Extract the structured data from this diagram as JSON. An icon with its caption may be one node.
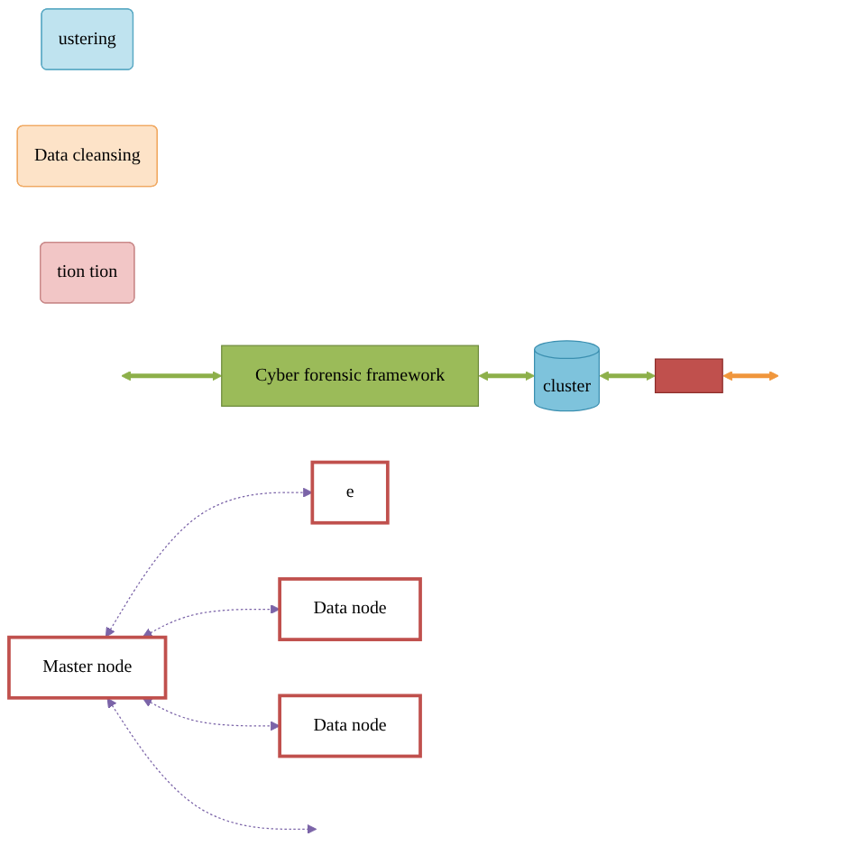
{
  "diagram": {
    "nodes": [
      {
        "text": [
          "Cyber forensic framework"
        ]
      },
      {
        "text": [
          "cluster"
        ]
      },
      {
        "text": [],
        "shape": "box"
      },
      {
        "text": [
          "ustering"
        ]
      },
      {
        "text": [
          "Data cleansing"
        ]
      },
      {
        "text": [
          "tion tion"
        ]
      },
      {
        "text": [
          "Master node"
        ]
      },
      {
        "text": [
          "e"
        ]
      },
      {
        "text": [
          "Data node"
        ]
      },
      {
        "text": [
          "Data node"
        ]
      }
    ],
    "edges": [
      {
        "from": null,
        "to": 0,
        "arrow": "both",
        "style": "thick",
        "color": "#8db04a"
      },
      {
        "from": 0,
        "to": 1,
        "arrow": "both",
        "style": "thick",
        "color": "#8db04a"
      },
      {
        "from": 1,
        "to": 2,
        "arrow": "both",
        "style": "thick",
        "color": "#8db04a"
      },
      {
        "from": 2,
        "to": null,
        "arrow": "both",
        "style": "thick",
        "color": "#f0963c"
      },
      {
        "from": 6,
        "to": 7,
        "arrow": "both",
        "style": "dashed",
        "color": "#7b64a8"
      },
      {
        "from": 6,
        "to": 8,
        "arrow": "both",
        "style": "dashed",
        "color": "#7b64a8"
      },
      {
        "from": 6,
        "to": 9,
        "arrow": "both",
        "style": "dashed",
        "color": "#7b64a8"
      },
      {
        "from": 6,
        "to": null,
        "arrow": "both",
        "style": "dashed",
        "color": "#7b64a8"
      }
    ]
  }
}
